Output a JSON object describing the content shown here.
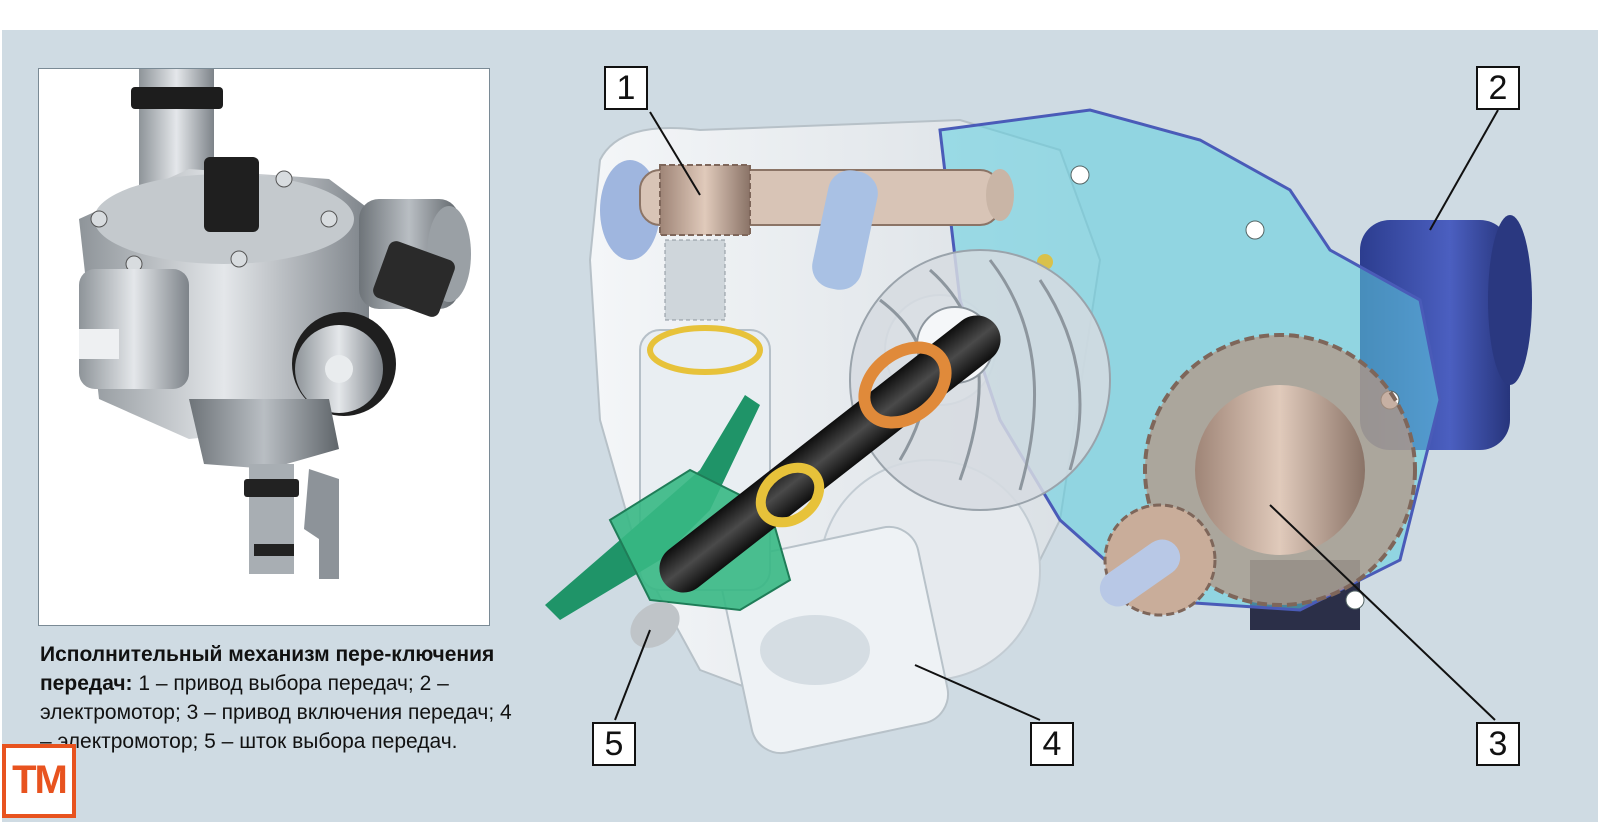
{
  "caption": {
    "title": "Исполнительный механизм пере-ключения передач:",
    "body": " 1 – привод выбора передач; 2 – электромотор; 3 – привод включения передач; 4 – электромотор; 5 – шток выбора передач."
  },
  "callouts": [
    "1",
    "2",
    "3",
    "4",
    "5"
  ],
  "logo": {
    "text": "ТМ"
  },
  "colors": {
    "background": "#cfdbe3",
    "housing_transparent": "#5fd0e0",
    "motor_blue": "#3b4fa8",
    "clip_green": "#2bb07a",
    "ring_orange": "#e08a3a",
    "ring_yellow": "#e7c23a",
    "logo_orange": "#e8531f"
  }
}
